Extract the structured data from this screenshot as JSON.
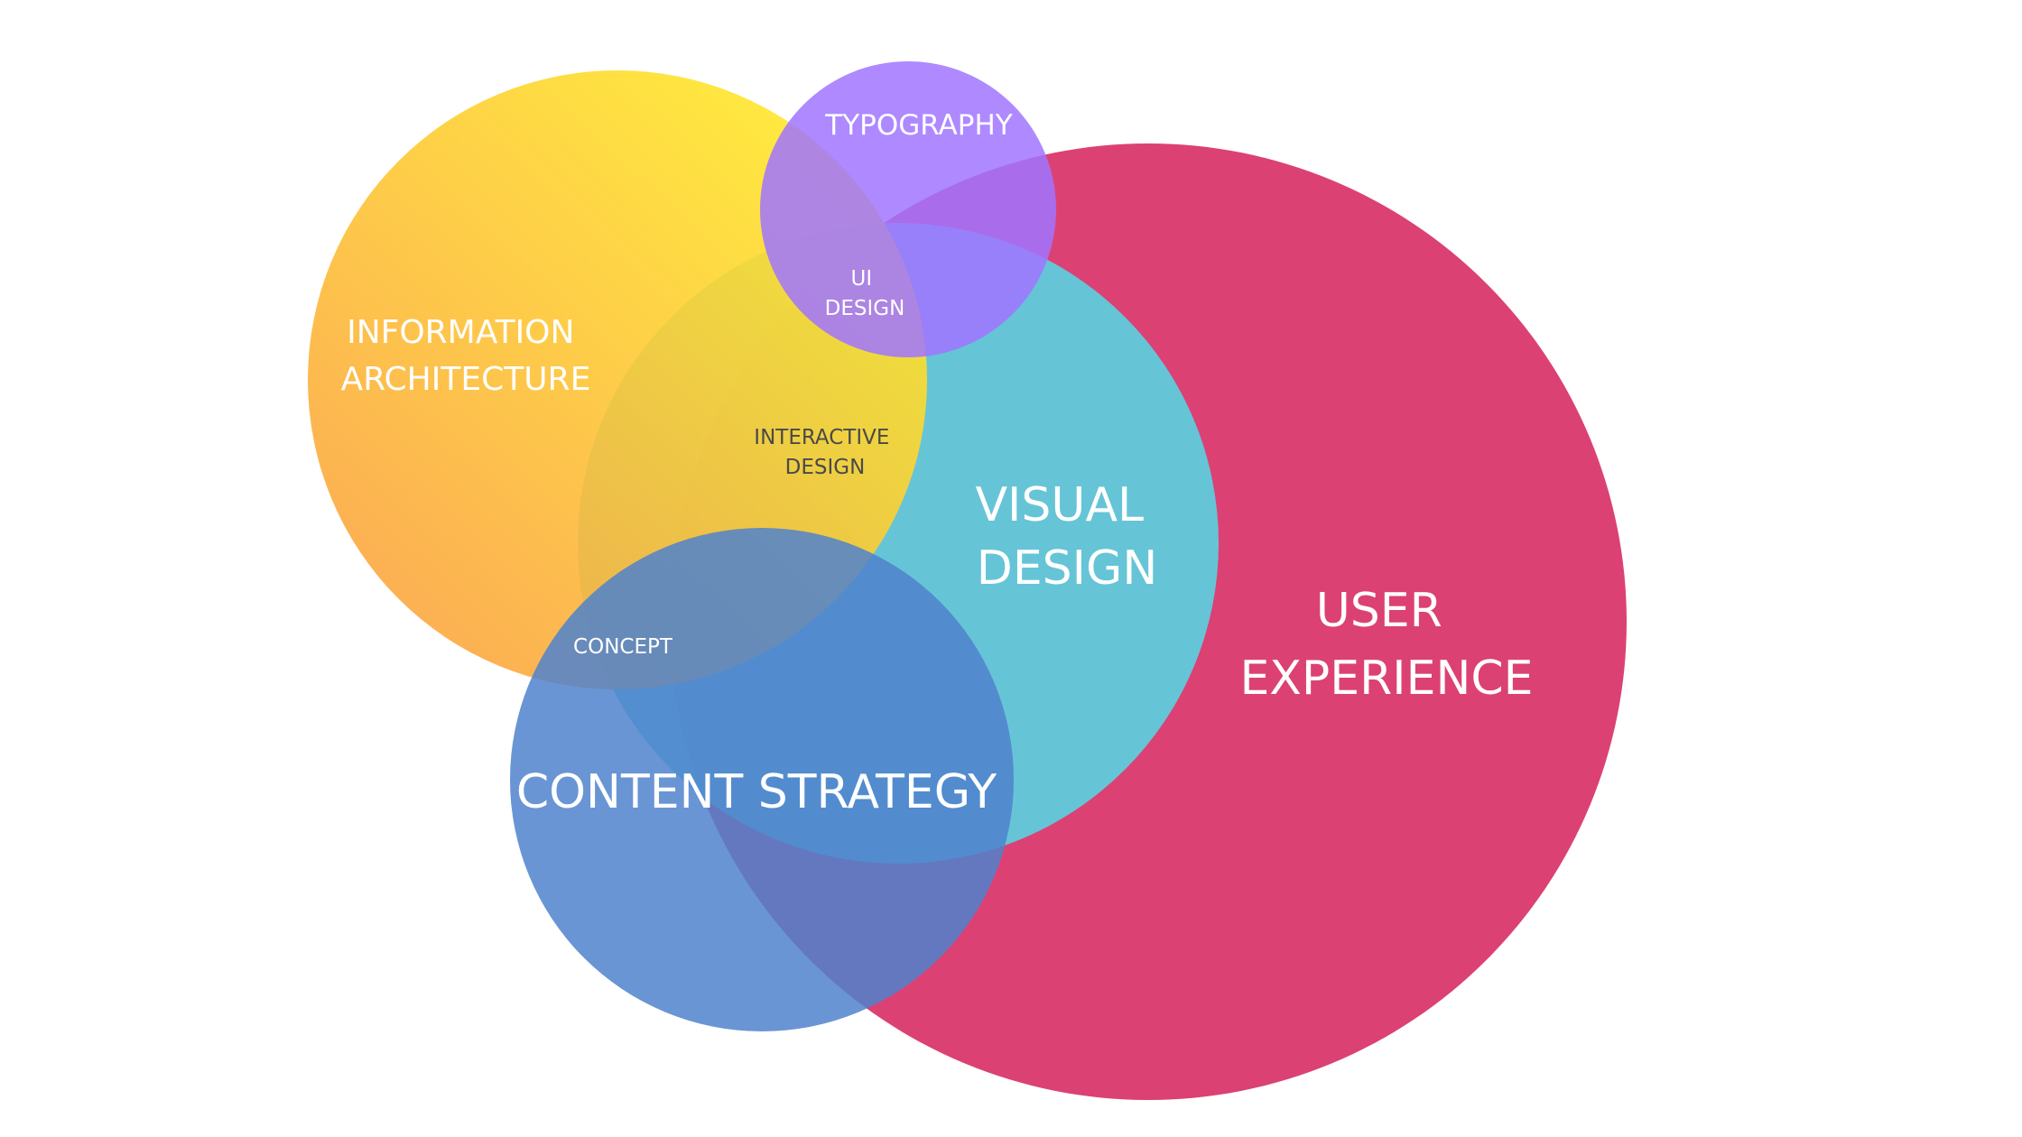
{
  "circles": {
    "information_architecture": {
      "label_lines": [
        "INFORMATION",
        "ARCHITECTURE"
      ],
      "color_start": "#FCA83F",
      "color_end": "#FFE829"
    },
    "typography": {
      "label_lines": [
        "TYPOGRAPHY"
      ],
      "color": "#A074FF"
    },
    "visual_design": {
      "label_lines": [
        "VISUAL",
        "DESIGN"
      ],
      "color": "#5CCFDF"
    },
    "user_experience": {
      "label_lines": [
        "USER",
        "EXPERIENCE"
      ],
      "color": "#DC4173"
    },
    "content_strategy": {
      "label_lines": [
        "CONTENT STRATEGY"
      ],
      "color": "#4F83CC"
    }
  },
  "intersections": {
    "ui_design": [
      "UI",
      "DESIGN"
    ],
    "interactive_design": [
      "INTERACTIVE",
      "DESIGN"
    ],
    "concept": [
      "CONCEPT"
    ]
  }
}
